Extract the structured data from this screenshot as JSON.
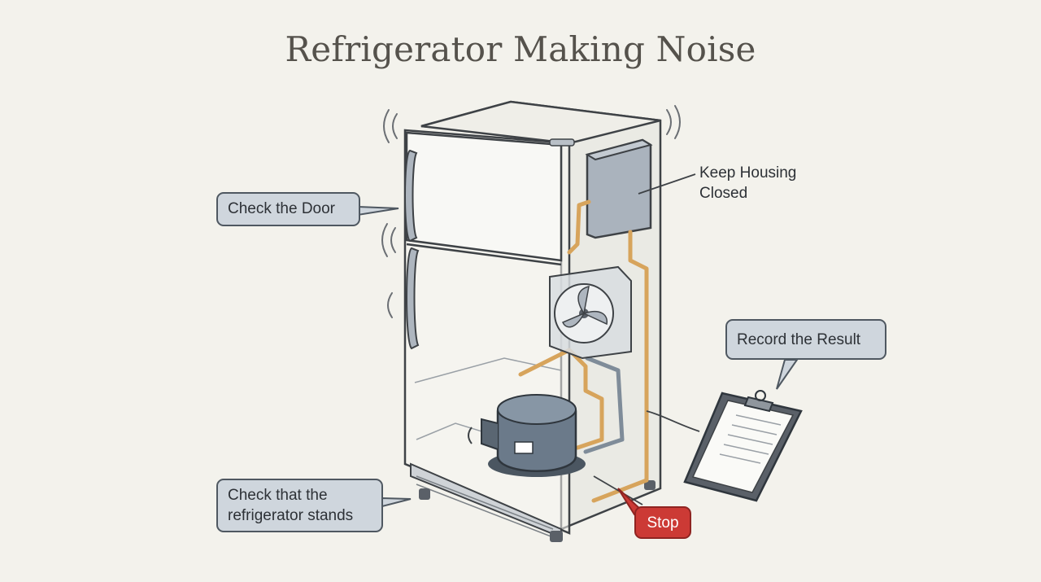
{
  "title": "Refrigerator Making Noise",
  "callouts": {
    "door": "Check the Door",
    "housing_line1": "Keep Housing",
    "housing_line2": "Closed",
    "result": "Record the Result",
    "stands_line1": "Check that the",
    "stands_line2": "refrigerator stands",
    "stop": "Stop"
  },
  "colors": {
    "background": "#f3f2ec",
    "callout_fill": "#cfd6dd",
    "callout_border": "#4f5861",
    "alert_fill": "#cc3a35",
    "copper_pipe": "#d7a45c",
    "compressor": "#5f6e7f"
  }
}
